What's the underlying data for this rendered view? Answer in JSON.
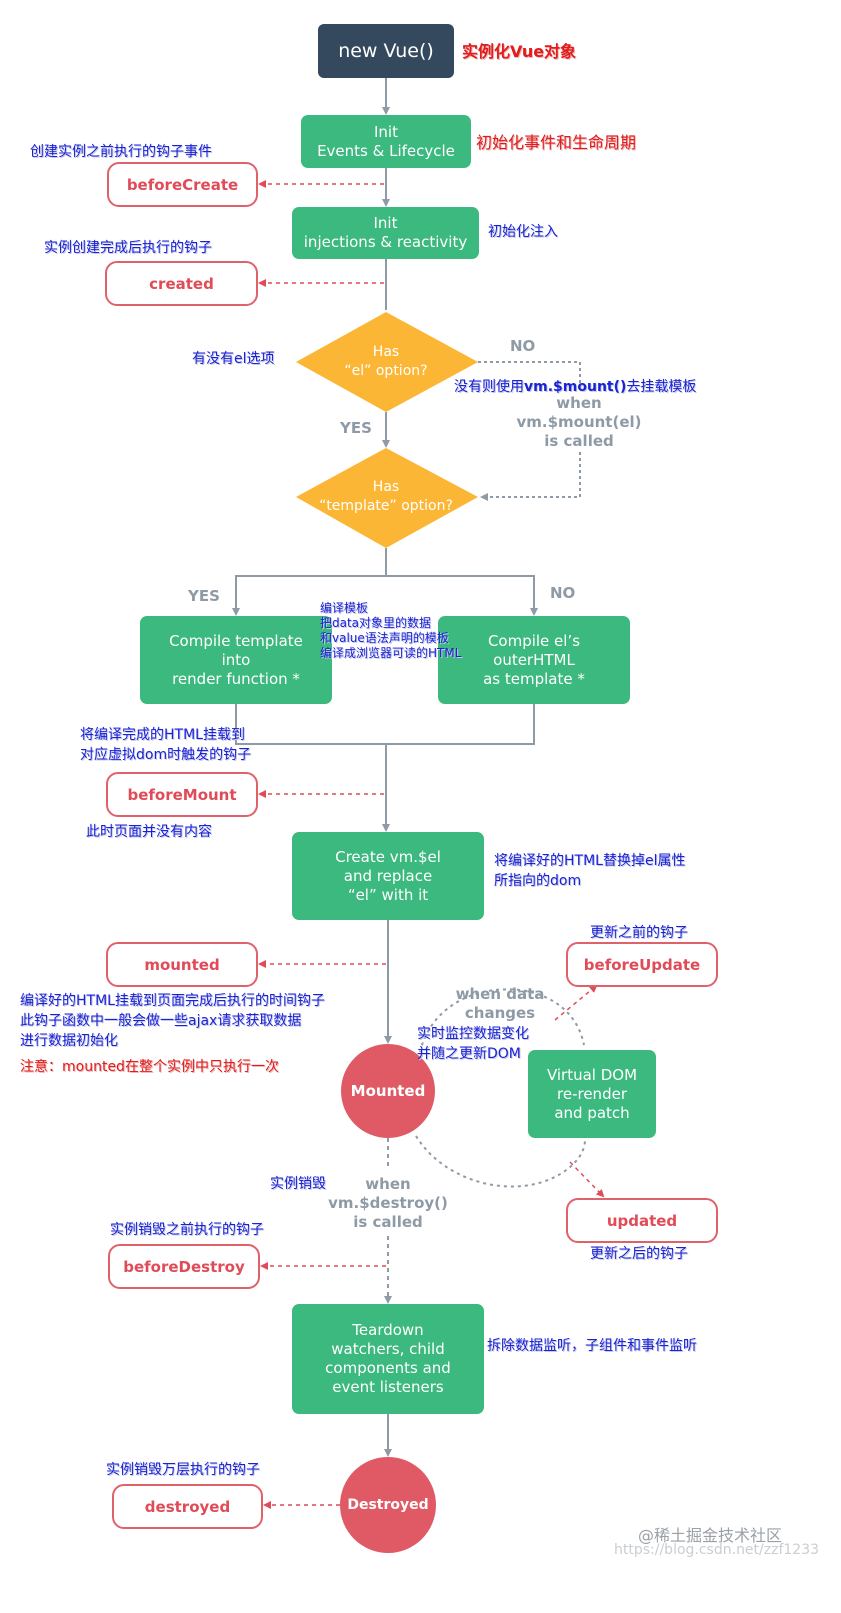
{
  "colors": {
    "green": "#3cb97f",
    "dark": "#35495e",
    "hook": "#e04b57",
    "diamond": "#fbb636",
    "annotation": "#1a22d6",
    "annotation_red": "#e31b1b",
    "line": "#8e9aa5"
  },
  "nodes": {
    "new_vue": "new Vue()",
    "init_events": [
      "Init",
      "Events & Lifecycle"
    ],
    "init_injections": [
      "Init",
      "injections & reactivity"
    ],
    "has_el": [
      "Has",
      "“el” option?"
    ],
    "has_template": [
      "Has",
      "“template” option?"
    ],
    "compile_template": [
      "Compile template",
      "into",
      "render function *"
    ],
    "compile_el": [
      "Compile el’s",
      "outerHTML",
      "as template *"
    ],
    "create_el": [
      "Create vm.$el",
      "and replace",
      "“el” with it"
    ],
    "mounted_circle": "Mounted",
    "virtual_dom": [
      "Virtual DOM",
      "re-render",
      "and patch"
    ],
    "teardown": [
      "Teardown",
      "watchers, child",
      "components and",
      "event listeners"
    ],
    "destroyed_circle": "Destroyed"
  },
  "hooks": {
    "beforeCreate": "beforeCreate",
    "created": "created",
    "beforeMount": "beforeMount",
    "mounted": "mounted",
    "beforeUpdate": "beforeUpdate",
    "updated": "updated",
    "beforeDestroy": "beforeDestroy",
    "destroyed": "destroyed"
  },
  "labels": {
    "no_1": "NO",
    "yes_1": "YES",
    "when_mount": [
      "when",
      "vm.$mount(el)",
      "is called"
    ],
    "yes_2": "YES",
    "no_2": "NO",
    "when_data": [
      "when data",
      "changes"
    ],
    "when_destroy": [
      "when",
      "vm.$destroy()",
      "is called"
    ]
  },
  "annotations": {
    "instantiate": "实例化Vue对象",
    "init_events": "初始化事件和生命周期",
    "before_create": "创建实例之前执行的钩子事件",
    "init_inject": "初始化注入",
    "created": "实例创建完成后执行的钩子",
    "has_el": "有没有el选项",
    "no_el_pre": "没有则使用",
    "no_el_code": "vm.$mount()",
    "no_el_post": "去挂载模板",
    "compile": [
      "编译模板",
      "把data对象里的数据",
      "和value语法声明的模板",
      "编译成浏览器可读的HTML"
    ],
    "before_mount": [
      "将编译完成的HTML挂载到",
      "对应虚拟dom时触发的钩子"
    ],
    "no_content": "此时页面并没有内容",
    "replace_el": [
      "将编译好的HTML替换掉el属性",
      "所指向的dom"
    ],
    "before_update": "更新之前的钩子",
    "mounted_desc": [
      "编译好的HTML挂载到页面完成后执行的时间钩子",
      "此钩子函数中一般会做一些ajax请求获取数据",
      "进行数据初始化"
    ],
    "mounted_warn": "注意：mounted在整个实例中只执行一次",
    "monitor": [
      "实时监控数据变化",
      "并随之更新DOM"
    ],
    "destroy": "实例销毁",
    "before_destroy": "实例销毁之前执行的钩子",
    "updated": "更新之后的钩子",
    "teardown": "拆除数据监听，子组件和事件监听",
    "destroyed": "实例销毁万层执行的钩子"
  },
  "watermark": {
    "site": "@稀土掘金技术社区",
    "url": "https://blog.csdn.net/zzf1233"
  }
}
